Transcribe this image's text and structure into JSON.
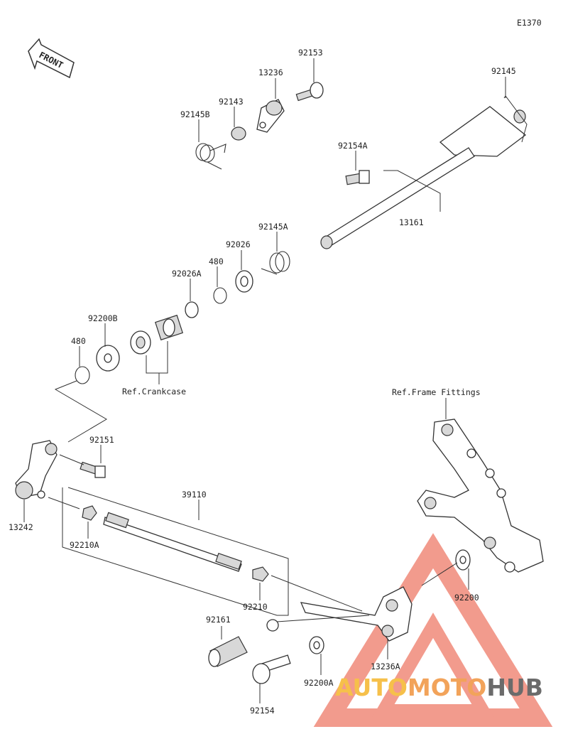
{
  "diagram_code": "E1370",
  "front_label": "FRONT",
  "refs": {
    "crankcase": "Ref.Crankcase",
    "frame_fittings": "Ref.Frame Fittings"
  },
  "parts": {
    "p92153": "92153",
    "p13236": "13236",
    "p92143": "92143",
    "p92145B": "92145B",
    "p92145": "92145",
    "p92154A": "92154A",
    "p13161": "13161",
    "p92145A": "92145A",
    "p92026": "92026",
    "p480a": "480",
    "p92026A": "92026A",
    "p92200B": "92200B",
    "p480b": "480",
    "p92151": "92151",
    "p13242": "13242",
    "p39110": "39110",
    "p92210A": "92210A",
    "p92210": "92210",
    "p92200": "92200",
    "p92161": "92161",
    "p13236A": "13236A",
    "p92200A": "92200A",
    "p92154": "92154"
  },
  "watermark": {
    "part1": "AUTO",
    "part2": "MOTO",
    "part3": "HUB",
    "colors": {
      "auto": "#f6c04a",
      "moto": "#f2a35a",
      "hub": "#6b6b6b",
      "triangle": "#f08a7a"
    }
  }
}
